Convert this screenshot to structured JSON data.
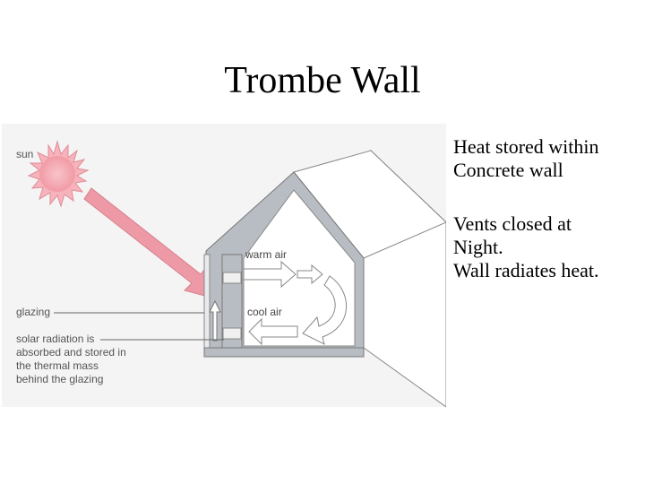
{
  "title": "Trombe Wall",
  "bullets": [
    {
      "lines": [
        "Heat stored within",
        "Concrete wall"
      ]
    },
    {
      "lines": [
        "Vents closed at",
        "Night.",
        "Wall radiates heat."
      ]
    }
  ],
  "diagram": {
    "labels": {
      "sun": "sun",
      "warm_air": "warm air",
      "cool_air": "cool air",
      "glazing": "glazing",
      "solar_radiation": [
        "solar radiation is",
        "absorbed and stored in",
        "the thermal mass",
        "behind the glazing"
      ]
    },
    "colors": {
      "sun": "#f4a0a8",
      "ray": "#ee9aa6",
      "wall": "#b8bcc3",
      "background": "#f3f3f3"
    }
  }
}
